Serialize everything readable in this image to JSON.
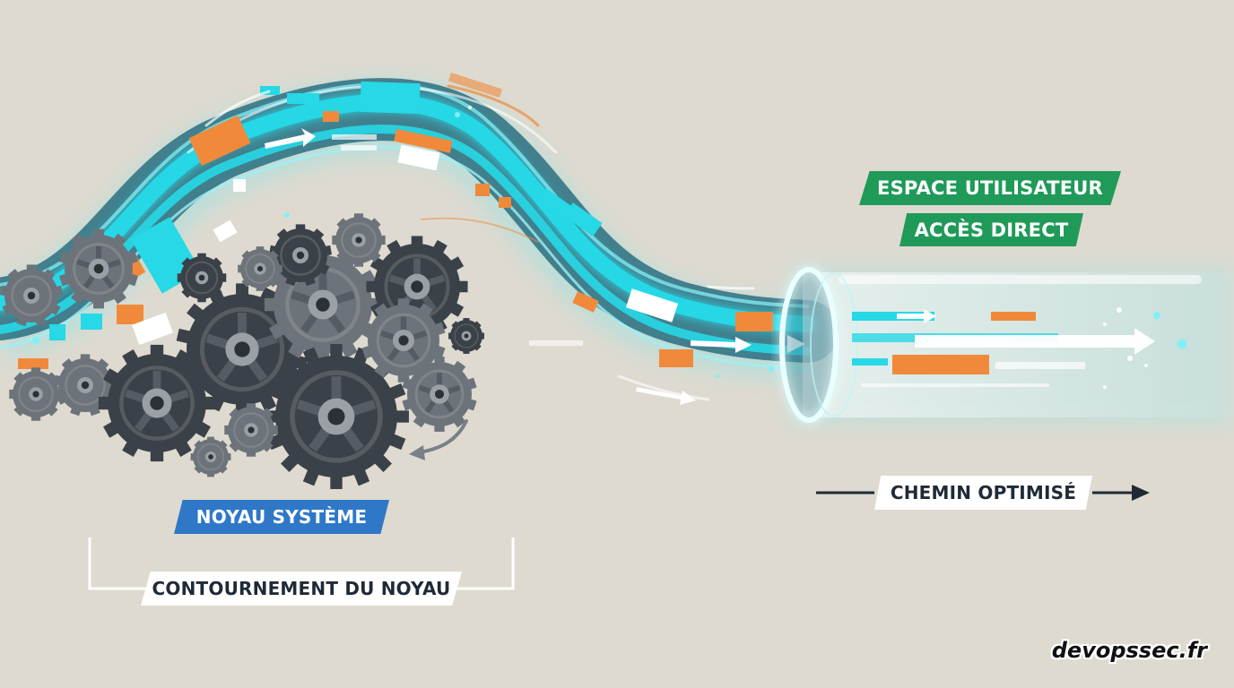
{
  "labels": {
    "user_space": "ESPACE UTILISATEUR",
    "direct_access": "ACCÈS DIRECT",
    "kernel": "NOYAU SYSTÈME",
    "kernel_bypass": "CONTOURNEMENT DU NOYAU",
    "optimized_path": "CHEMIN OPTIMISÉ"
  },
  "watermark": "devopssec.fr",
  "colors": {
    "background": "#dedad0",
    "cyan": "#27d8e6",
    "teal_dark": "#2b6f80",
    "orange": "#f08a3a",
    "gear_dark": "#3b4148",
    "gear_mid": "#6d737a",
    "green_tag": "#1f9a58",
    "blue_tag": "#2f78c8",
    "navy": "#1f2a36"
  },
  "icons": [
    "gear-icon",
    "arrow-right-icon",
    "play-icon"
  ]
}
